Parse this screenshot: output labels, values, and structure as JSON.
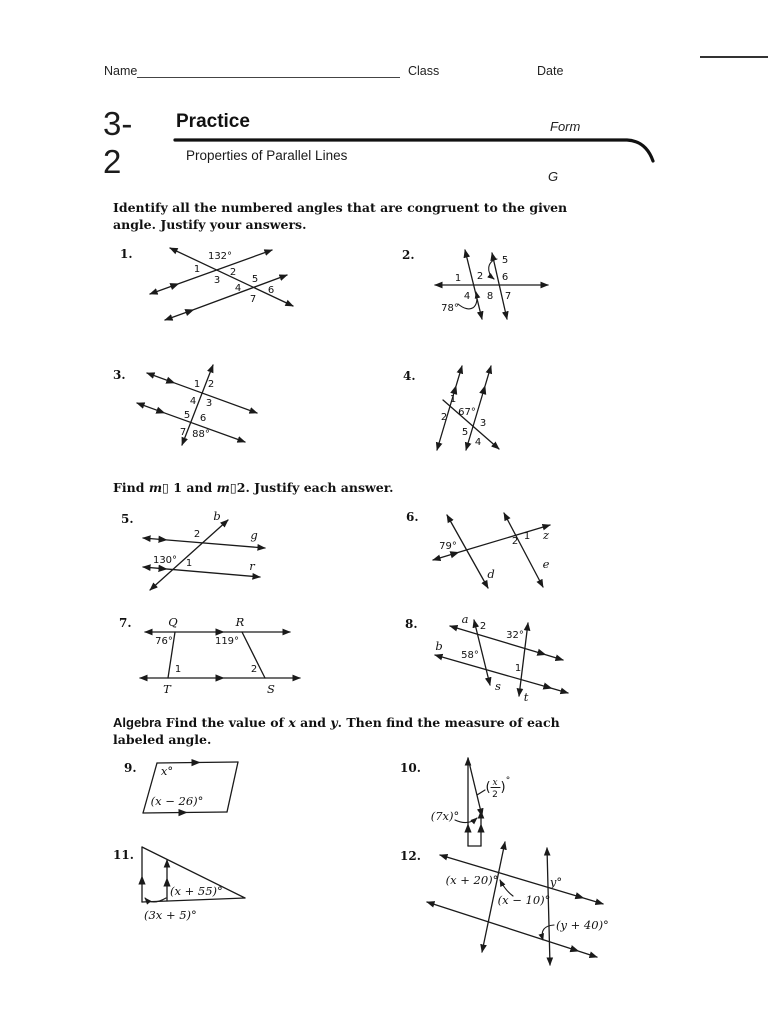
{
  "header": {
    "name": "Name",
    "class": "Class",
    "date": "Date"
  },
  "title": {
    "num_top": "3-",
    "num_bottom": "2",
    "practice": "Practice",
    "subtitle": "Properties of Parallel Lines",
    "form": "Form",
    "letter": "G"
  },
  "s1": {
    "text": "Identify all the numbered angles that are congruent to the given angle. Justify your answers."
  },
  "s2": {
    "p1": "Find ",
    "m": "m",
    "box": "▯",
    "p2": " 1 and ",
    "m2": "m",
    "box2": "▯",
    "p3": "2. Justify each answer."
  },
  "s3": {
    "word": "Algebra",
    "p1": " Find the value of ",
    "x": "x",
    "p2": " and ",
    "y": "y",
    "p3": ". Then find the measure of each labeled angle."
  },
  "p1": {
    "num": "1.",
    "angle": "132°",
    "n1": "1",
    "n2": "2",
    "n3": "3",
    "n4": "4",
    "n5": "5",
    "n6": "6",
    "n7": "7"
  },
  "p2": {
    "num": "2.",
    "given": "78°",
    "n1": "1",
    "n2": "2",
    "n4": "4",
    "n5": "5",
    "n6": "6",
    "n7": "7",
    "n8": "8"
  },
  "p3": {
    "num": "3.",
    "given": "88°",
    "n1": "1",
    "n2": "2",
    "n3": "3",
    "n4": "4",
    "n5": "5",
    "n6": "6",
    "n7": "7"
  },
  "p4": {
    "num": "4.",
    "given": "67°",
    "n1": "1",
    "n2": "2",
    "n3": "3",
    "n4": "4",
    "n5": "5"
  },
  "p5": {
    "num": "5.",
    "line_b": "b",
    "line_g": "g",
    "line_r": "r",
    "given": "130°",
    "n1": "1",
    "n2": "2"
  },
  "p6": {
    "num": "6.",
    "line_z": "z",
    "line_d": "d",
    "line_e": "e",
    "given": "79°",
    "n1": "1",
    "n2": "2"
  },
  "p7": {
    "num": "7.",
    "q": "Q",
    "r": "R",
    "t": "T",
    "s": "S",
    "a76": "76°",
    "a119": "119°",
    "n1": "1",
    "n2": "2"
  },
  "p8": {
    "num": "8.",
    "line_a": "a",
    "line_b": "b",
    "line_s": "s",
    "line_t": "t",
    "a32": "32°",
    "a58": "58°",
    "n1": "1",
    "n2": "2"
  },
  "p9": {
    "num": "9.",
    "top": "x°",
    "bottom": "(x − 26)°"
  },
  "p10": {
    "num": "10.",
    "left": "(7x)°",
    "fr_open": "(",
    "fr_num": "x",
    "fr_den": "2",
    "fr_close": ")",
    "fr_deg": "°"
  },
  "p11": {
    "num": "11.",
    "upper": "(x + 55)°",
    "lower": "(3x + 5)°"
  },
  "p12": {
    "num": "12.",
    "a1": "(x + 20)°",
    "a2": "(x − 10)°",
    "a3": "y°",
    "a4": "(y + 40)°"
  }
}
